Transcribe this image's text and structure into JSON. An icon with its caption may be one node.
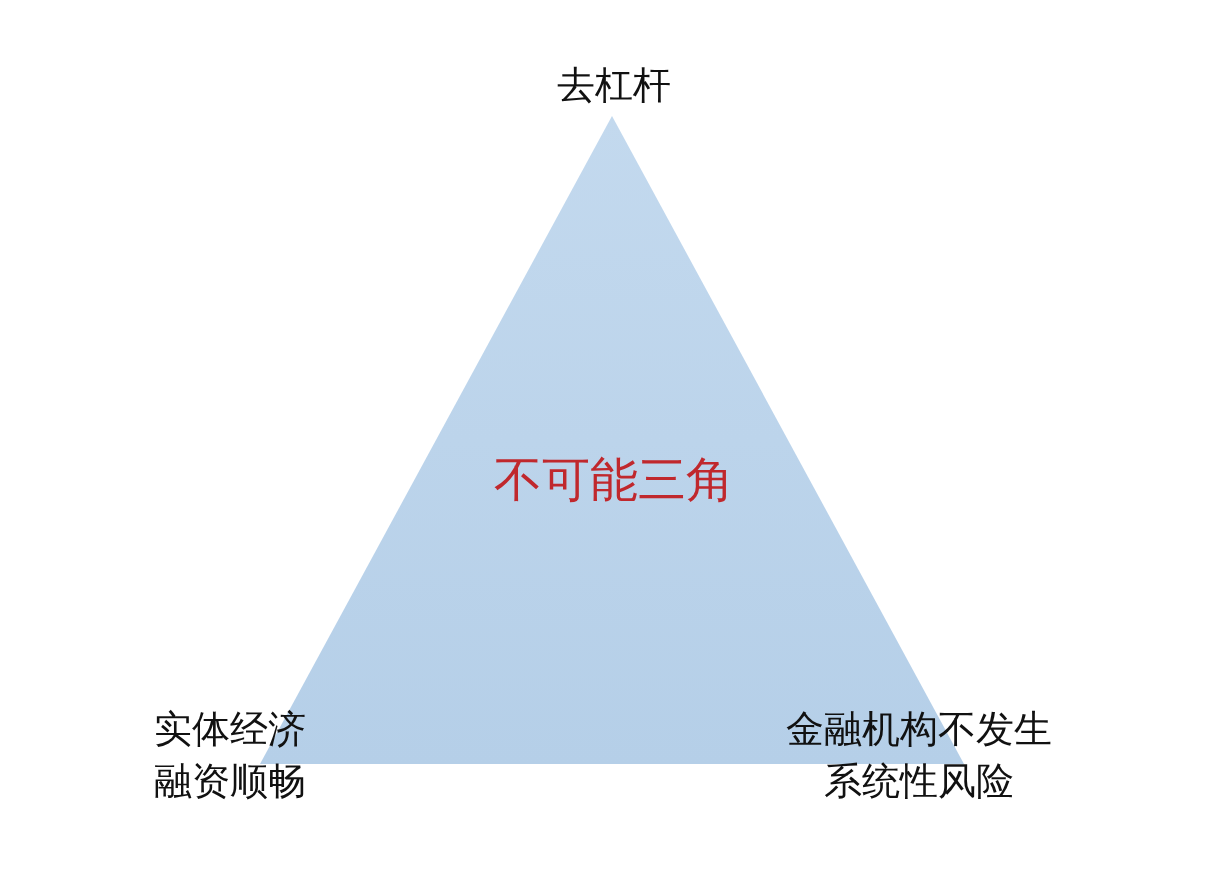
{
  "diagram": {
    "nodes": [
      {
        "text": [
          "去杠杆",
          "不可能三角",
          "实体经济融资顺畅",
          "金融机构不发生系统性风险"
        ]
      }
    ]
  }
}
